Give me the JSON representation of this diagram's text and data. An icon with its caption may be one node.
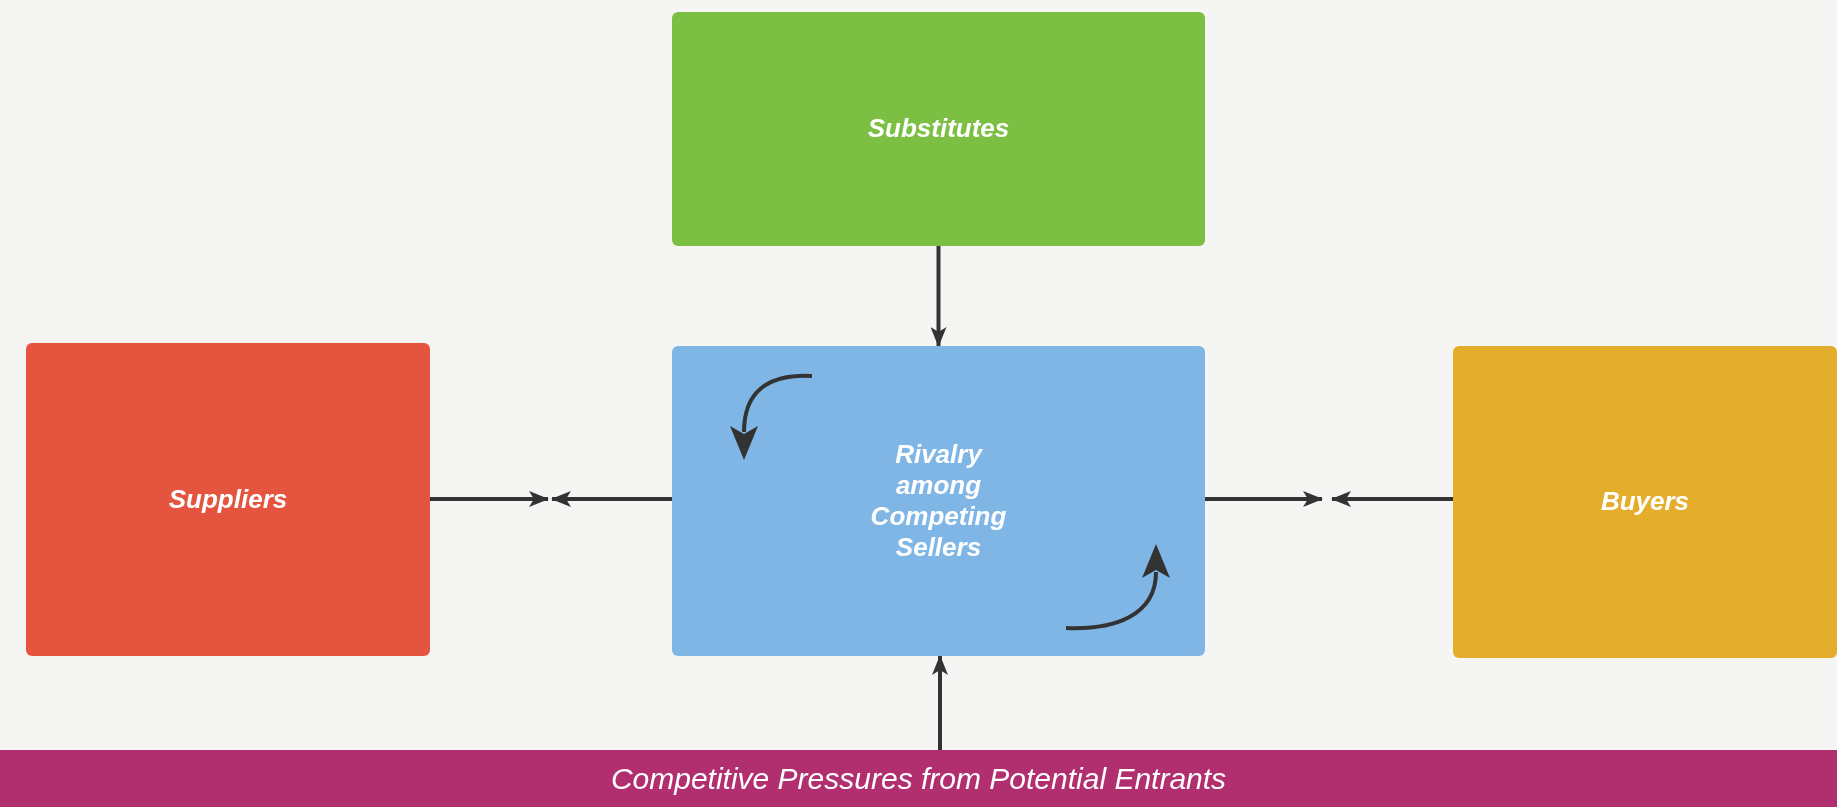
{
  "diagram": {
    "nodes": [
      {
        "text": [
          "Substitutes"
        ]
      },
      {
        "text": [
          "Suppliers"
        ]
      },
      {
        "text": [
          "Rivalry among Competing Sellers"
        ]
      },
      {
        "text": [
          "Buyers"
        ]
      },
      {
        "text": [
          "Competitive Pressures from Potential Entrants"
        ]
      }
    ],
    "edges": [
      {
        "from": 0,
        "to": 2,
        "arrow": "to"
      },
      {
        "from": 1,
        "to": null,
        "arrow": "to"
      },
      {
        "from": 2,
        "to": null,
        "arrow": "to"
      },
      {
        "from": 2,
        "to": null,
        "arrow": "to"
      },
      {
        "from": 3,
        "to": null,
        "arrow": "to"
      },
      {
        "from": 4,
        "to": 2,
        "arrow": "to"
      }
    ]
  }
}
